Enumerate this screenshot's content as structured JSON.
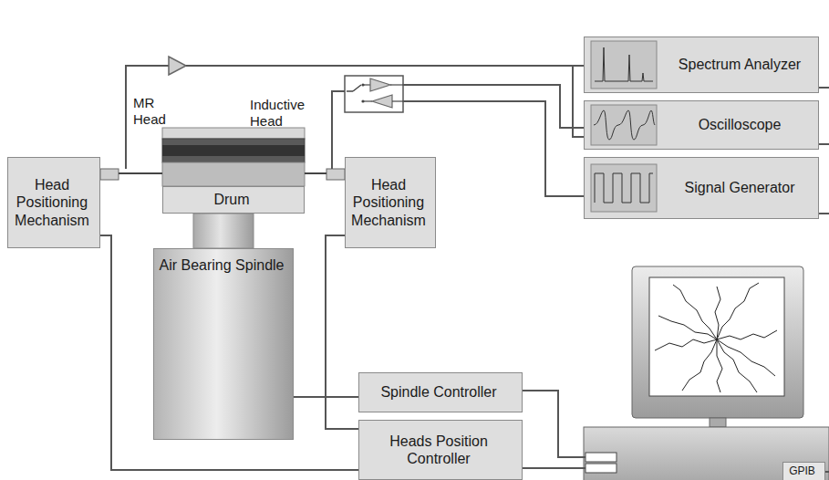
{
  "diagram": {
    "nodes": [
      {
        "text": [
          "Head Positioning Mechanism"
        ]
      },
      {
        "text": [
          "Drum"
        ]
      },
      {
        "text": [
          "Head Positioning Mechanism"
        ]
      },
      {
        "text": [
          "Spectrum Analyzer"
        ]
      },
      {
        "text": [
          "Oscilloscope"
        ]
      },
      {
        "text": [
          "Signal Generator"
        ]
      },
      {
        "text": [
          "Air Bearing Spindle"
        ]
      },
      {
        "text": [
          "Spindle Controller"
        ]
      },
      {
        "text": [
          "Heads Position Controller"
        ]
      },
      {
        "text": [
          "GPIB"
        ]
      }
    ],
    "edges": [
      {
        "from": 6,
        "to": 7,
        "arrow": "none"
      },
      {
        "from": 0,
        "to": 8,
        "arrow": "none"
      },
      {
        "from": 2,
        "to": 8,
        "arrow": "none"
      }
    ],
    "labels": [
      "MR Head",
      "Inductive Head"
    ]
  }
}
